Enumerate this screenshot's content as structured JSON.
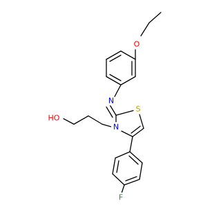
{
  "molecule": {
    "atoms": {
      "O_ether": {
        "symbol": "O",
        "color": "#ff0000"
      },
      "N_imine": {
        "symbol": "N",
        "color": "#0000ff"
      },
      "S_ring": {
        "symbol": "S",
        "color": "#b8a000"
      },
      "N_ring": {
        "symbol": "N",
        "color": "#0000ff"
      },
      "O_hydroxyl": {
        "symbol": "HO",
        "color": "#ff0000"
      },
      "F": {
        "symbol": "F",
        "color": "#00b000"
      }
    }
  }
}
